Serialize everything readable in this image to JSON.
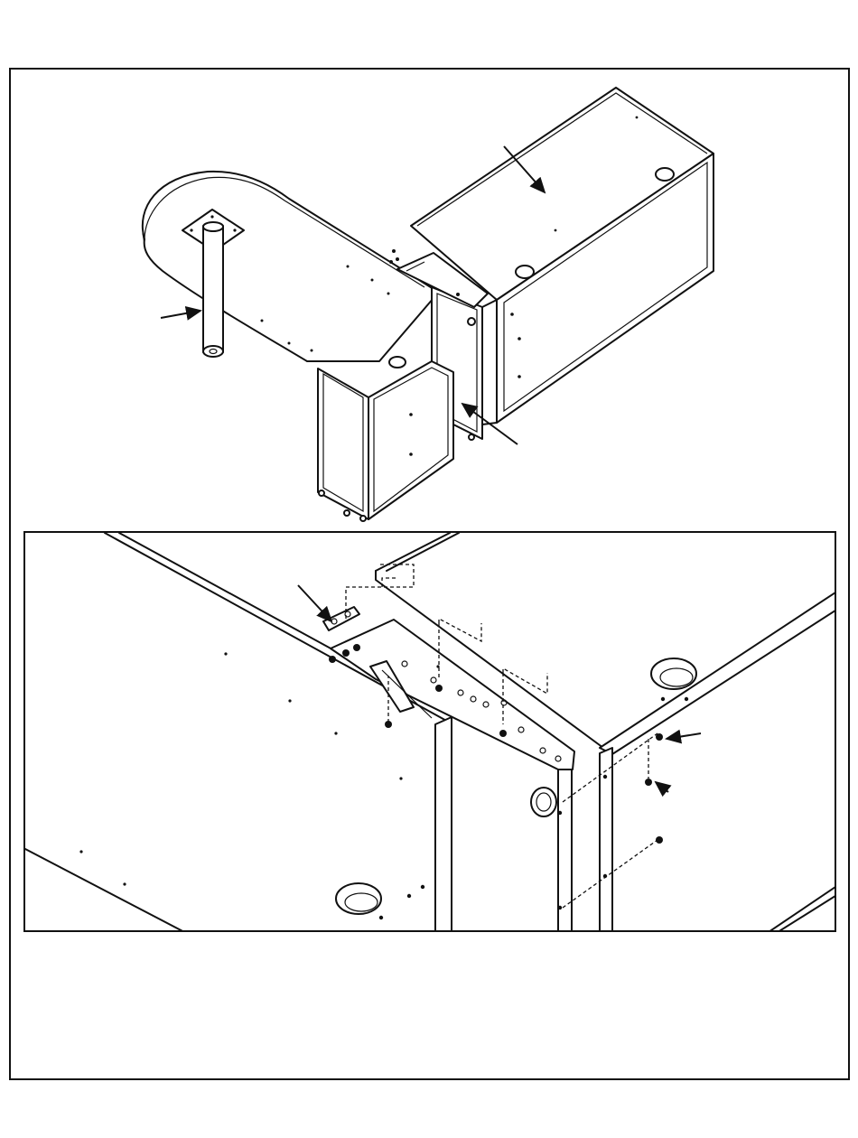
{
  "figure": {
    "overview": {
      "parts": [
        "desk-surface",
        "round-leg",
        "lateral-cabinet",
        "end-panel",
        "support-panel"
      ],
      "callout_arrows": 4
    },
    "detail": {
      "parts": [
        "mounting-bracket",
        "bracket-screws",
        "side-screws",
        "grommets",
        "cam-locks"
      ],
      "callout_arrows": 3
    },
    "colors": {
      "line": "#111111",
      "background": "#ffffff"
    }
  }
}
